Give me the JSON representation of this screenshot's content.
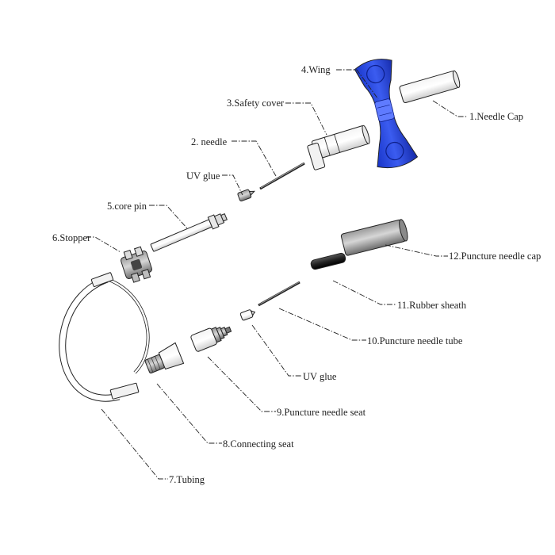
{
  "parts": {
    "needle_cap": "1.Needle Cap",
    "needle": "2. needle",
    "safety_cover": "3.Safety cover",
    "wing": "4.Wing",
    "core_pin": "5.core pin",
    "stopper": "6.Stopper",
    "tubing": "7.Tubing",
    "connecting_seat": "8.Connecting seat",
    "puncture_needle_seat": "9.Puncture needle seat",
    "puncture_needle_tube": "10.Puncture needle tube",
    "rubber_sheath": "11.Rubber sheath",
    "puncture_needle_cap": "12.Puncture needle cap",
    "uv_glue_top": "UV glue",
    "uv_glue_bottom": "UV glue"
  },
  "colors": {
    "wing": "#1f3fd6",
    "line": "#222222"
  }
}
